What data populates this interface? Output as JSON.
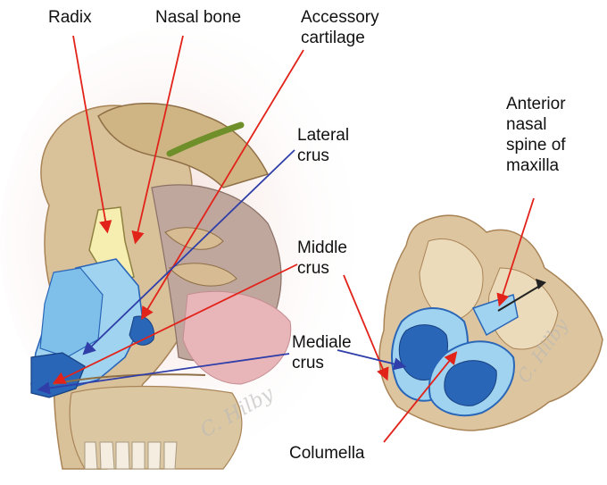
{
  "labels": {
    "radix": "Radix",
    "nasal_bone": "Nasal bone",
    "accessory_cartilage": "Accessory\ncartilage",
    "lateral_crus": "Lateral\ncrus",
    "anterior_nasal_spine": "Anterior\nnasal\nspine of\nmaxilla",
    "middle_crus": "Middle\ncrus",
    "mediale_crus": "Mediale\ncrus",
    "columella": "Columella"
  },
  "signature": "C. Hilby",
  "colors": {
    "bone": "#d9c29a",
    "bone_dark": "#a98457",
    "cartilage_light": "#9fd3ef",
    "cartilage_dark": "#2a66b8",
    "nasal_bone": "#f6eeb0",
    "soft_tissue": "#e9c9c4",
    "arrow_red": "#e2231a",
    "arrow_blue": "#2f3ea8"
  }
}
